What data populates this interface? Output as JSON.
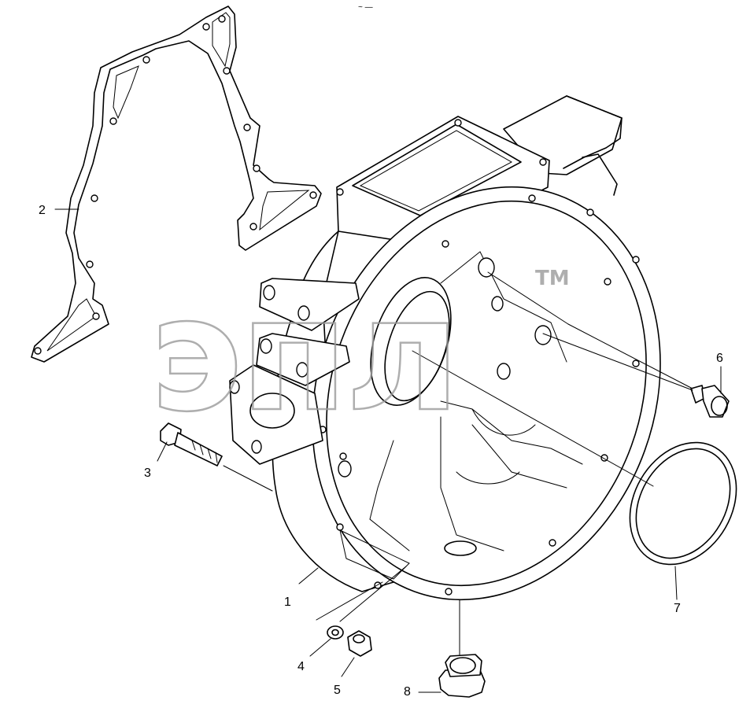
{
  "diagram": {
    "watermark": {
      "text": "эпл",
      "trademark": "TM"
    },
    "top_mark": "~ —",
    "callouts": [
      {
        "id": "1",
        "label": "1"
      },
      {
        "id": "2",
        "label": "2"
      },
      {
        "id": "3",
        "label": "3"
      },
      {
        "id": "4",
        "label": "4"
      },
      {
        "id": "5",
        "label": "5"
      },
      {
        "id": "6",
        "label": "6"
      },
      {
        "id": "7",
        "label": "7"
      },
      {
        "id": "8",
        "label": "8"
      }
    ]
  }
}
